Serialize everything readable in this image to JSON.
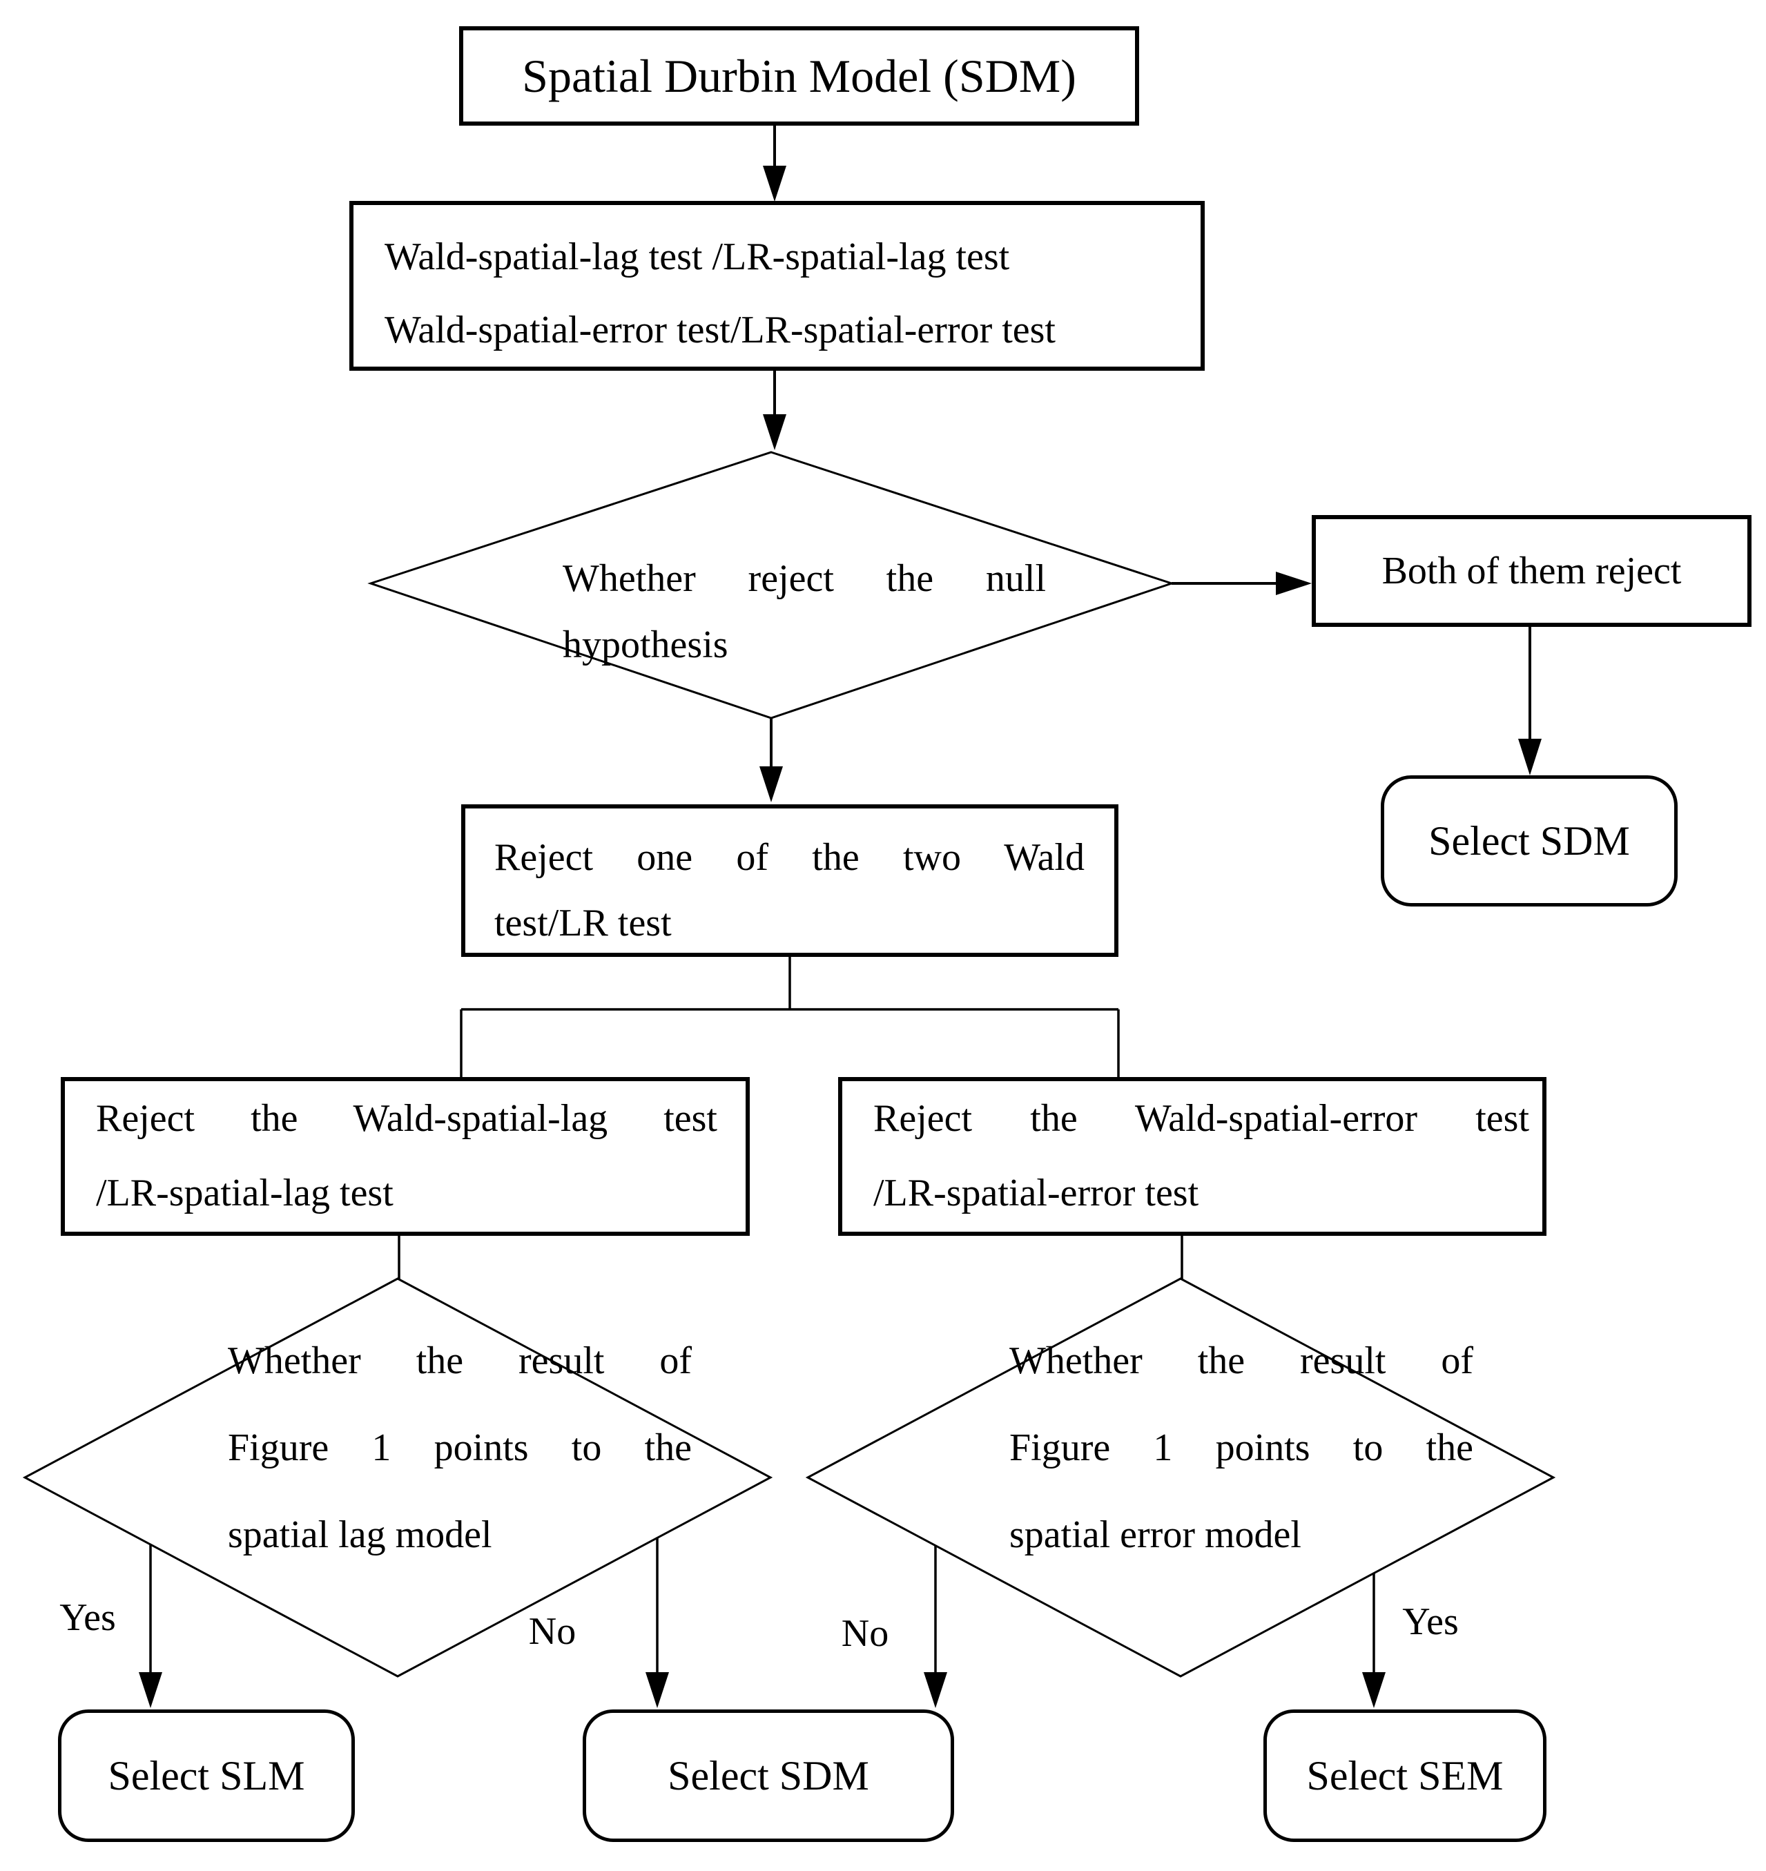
{
  "style": {
    "background": "#ffffff",
    "line_color": "#000000",
    "text_color": "#000000"
  },
  "nodes": {
    "sdm_top": {
      "label": "Spatial Durbin Model (SDM)"
    },
    "tests": {
      "lines": [
        "Wald-spatial-lag test /LR-spatial-lag test",
        "Wald-spatial-error test/LR-spatial-error test"
      ]
    },
    "null_decision": {
      "lines": [
        "Whether reject the null",
        "hypothesis"
      ]
    },
    "both_reject": {
      "label": "Both of them reject"
    },
    "select_sdm_right": {
      "label": "Select SDM"
    },
    "reject_one": {
      "lines": [
        "Reject one of the two Wald",
        "test/LR test"
      ]
    },
    "reject_lag": {
      "lines": [
        "Reject the Wald-spatial-lag test",
        "/LR-spatial-lag test"
      ]
    },
    "reject_error": {
      "lines": [
        "Reject the Wald-spatial-error test",
        "/LR-spatial-error test"
      ]
    },
    "lag_decision": {
      "lines": [
        "Whether the result of",
        "Figure 1 points to the",
        "spatial lag model"
      ]
    },
    "error_decision": {
      "lines": [
        "Whether the result of",
        "Figure 1 points to the",
        "spatial error model"
      ]
    },
    "select_slm": {
      "label": "Select SLM"
    },
    "select_sdm_bottom": {
      "label": "Select SDM"
    },
    "select_sem": {
      "label": "Select SEM"
    }
  },
  "edge_labels": {
    "lag_yes": "Yes",
    "lag_no": "No",
    "error_no": "No",
    "error_yes": "Yes"
  }
}
